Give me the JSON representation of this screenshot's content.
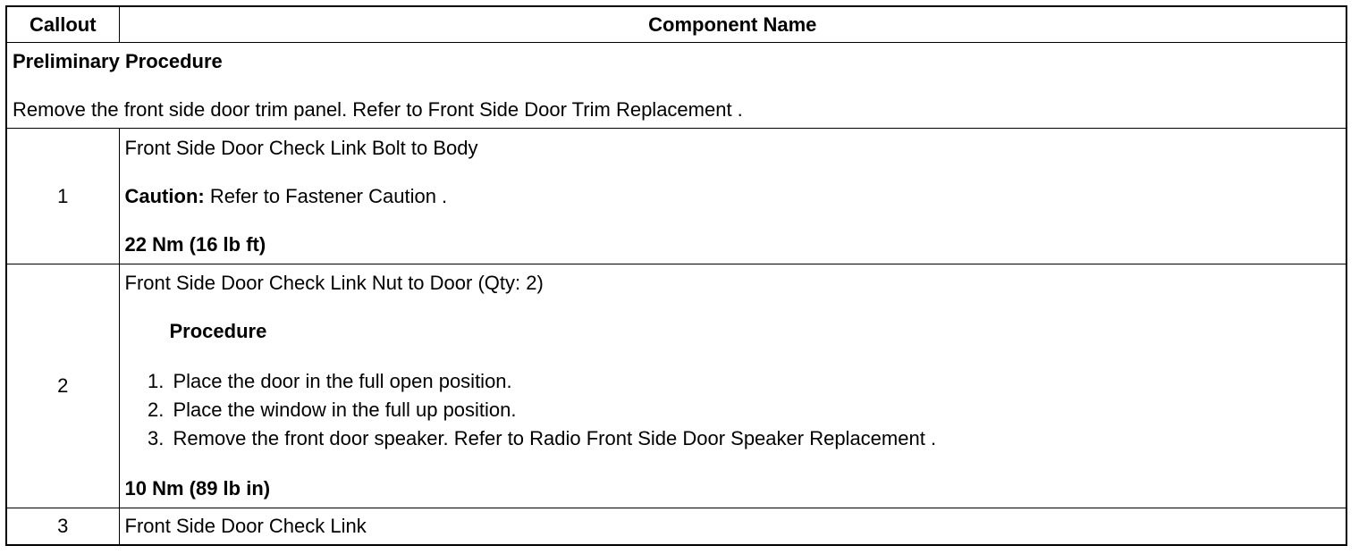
{
  "table": {
    "header_callout": "Callout",
    "header_component": "Component Name",
    "preliminary": {
      "title": "Preliminary Procedure",
      "text": "Remove the front side door trim panel. Refer to Front Side Door Trim Replacement ."
    },
    "rows": [
      {
        "callout": "1",
        "name": "Front Side Door Check Link Bolt to Body",
        "caution_label": "Caution:",
        "caution_text": " Refer to Fastener Caution .",
        "torque": "22 Nm (16 lb ft)"
      },
      {
        "callout": "2",
        "name": "Front Side Door Check Link Nut to Door (Qty: 2)",
        "procedure_title": "Procedure",
        "steps": [
          "Place the door in the full open position.",
          "Place the window in the full up position.",
          "Remove the front door speaker. Refer to Radio Front Side Door Speaker Replacement ."
        ],
        "torque": "10 Nm (89 lb in)"
      },
      {
        "callout": "3",
        "name": "Front Side Door Check Link"
      }
    ]
  }
}
